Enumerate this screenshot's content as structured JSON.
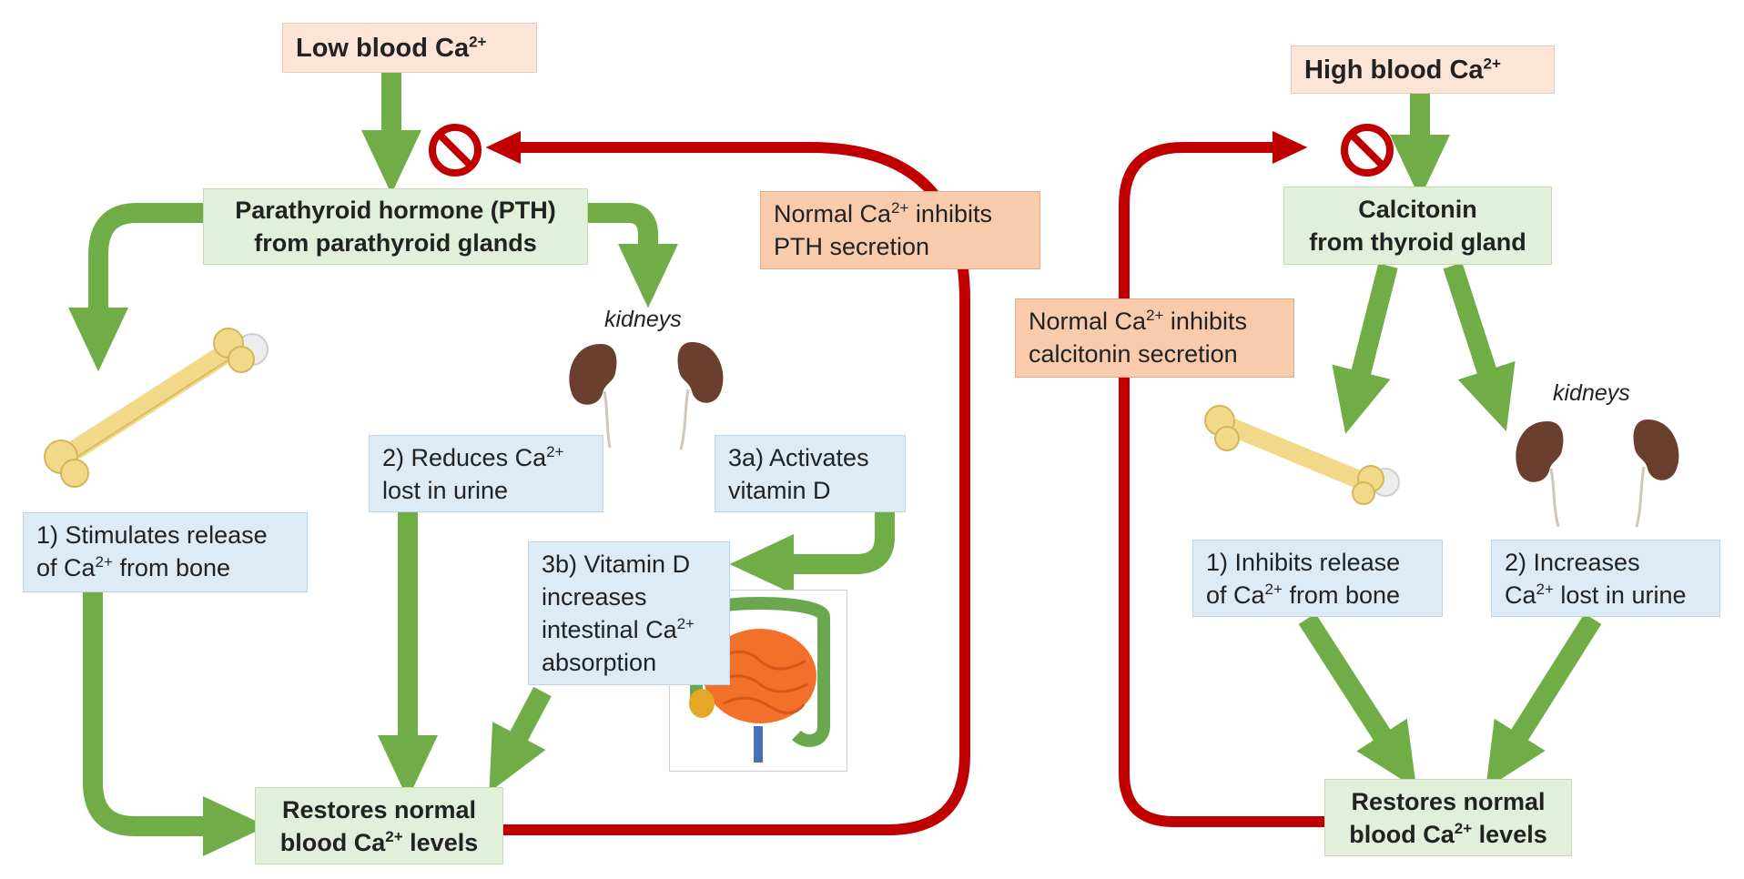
{
  "colors": {
    "stimulate_arrow": "#70ad47",
    "inhibit_arrow": "#c00000",
    "trigger_box": "#fce4d6",
    "hormone_box": "#e2efda",
    "action_box": "#ddebf7",
    "feedback_box": "#f8cbad",
    "bone": "#f2d98a",
    "kidney": "#6b3f2e"
  },
  "icons": {
    "inhibit": "no-entry-icon",
    "bone": "bone-icon",
    "kidneys": "kidneys-icon",
    "intestine": "intestine-icon"
  },
  "left": {
    "trigger": {
      "text": "Low blood Ca",
      "sup": "2+"
    },
    "hormone": {
      "line1": "Parathyroid hormone (PTH)",
      "line2": "from parathyroid glands"
    },
    "kidneys_label": "kidneys",
    "action1": {
      "line1": "1) Stimulates release",
      "line2a": "of Ca",
      "sup": "2+",
      "line2b": " from bone"
    },
    "action2": {
      "line1a": "2) Reduces Ca",
      "sup": "2+",
      "line2": "lost in urine"
    },
    "action3a": {
      "line1": "3a) Activates",
      "line2": "vitamin D"
    },
    "action3b": {
      "line1": "3b) Vitamin D",
      "line2": "increases",
      "line3a": "intestinal Ca",
      "sup": "2+",
      "line4": "absorption"
    },
    "result": {
      "line1": "Restores normal",
      "line2a": "blood Ca",
      "sup": "2+",
      "line2b": " levels"
    },
    "feedback": {
      "line1a": "Normal Ca",
      "sup": "2+",
      "line1b": " inhibits",
      "line2": "PTH secretion"
    }
  },
  "right": {
    "trigger": {
      "text": "High blood Ca",
      "sup": "2+"
    },
    "hormone": {
      "line1": "Calcitonin",
      "line2": "from thyroid gland"
    },
    "kidneys_label": "kidneys",
    "action1": {
      "line1": "1) Inhibits release",
      "line2a": "of Ca",
      "sup": "2+",
      "line2b": " from bone"
    },
    "action2": {
      "line1": "2) Increases",
      "line2a": "Ca",
      "sup": "2+",
      "line2b": " lost in urine"
    },
    "result": {
      "line1": "Restores normal",
      "line2a": "blood Ca",
      "sup": "2+",
      "line2b": " levels"
    },
    "feedback": {
      "line1a": "Normal Ca",
      "sup": "2+",
      "line1b": " inhibits",
      "line2": "calcitonin secretion"
    }
  }
}
